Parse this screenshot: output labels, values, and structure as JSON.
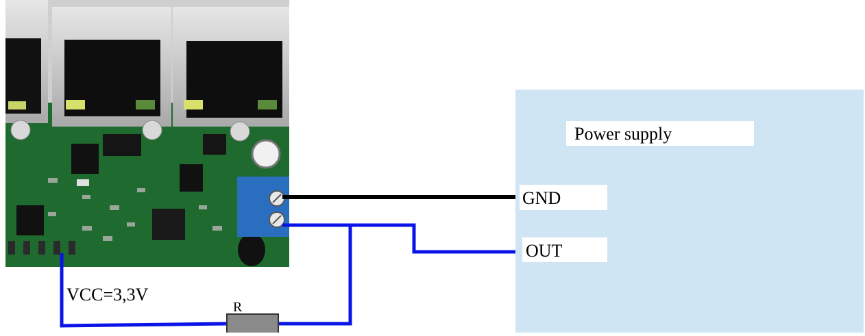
{
  "power_supply": {
    "title": "Power supply",
    "gnd_label": "GND",
    "out_label": "OUT",
    "fill_color": "#cfe5f3"
  },
  "board": {
    "vcc_label": "VCC=3,3V"
  },
  "resistor": {
    "label": "R",
    "color": "#8a8a8a"
  },
  "wires": {
    "gnd_color": "#000000",
    "signal_color": "#0a14e6"
  }
}
